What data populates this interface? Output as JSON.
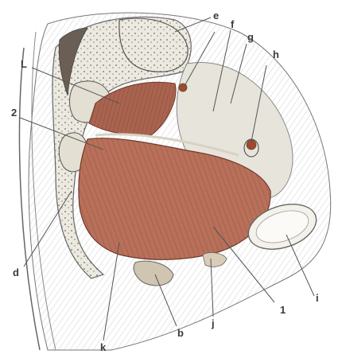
{
  "labels": {
    "e": "e",
    "f": "f",
    "g": "g",
    "h": "h",
    "L": "L",
    "two": "2",
    "d": "d",
    "k": "k",
    "b": "b",
    "j": "j",
    "one": "1",
    "i": "i"
  },
  "colors": {
    "muscle": "#b8705a",
    "muscle_dark": "#8a4a38",
    "bone": "#e9e6dc",
    "bone_shade": "#cfc9b8",
    "line": "#555555",
    "background": "#ffffff"
  }
}
